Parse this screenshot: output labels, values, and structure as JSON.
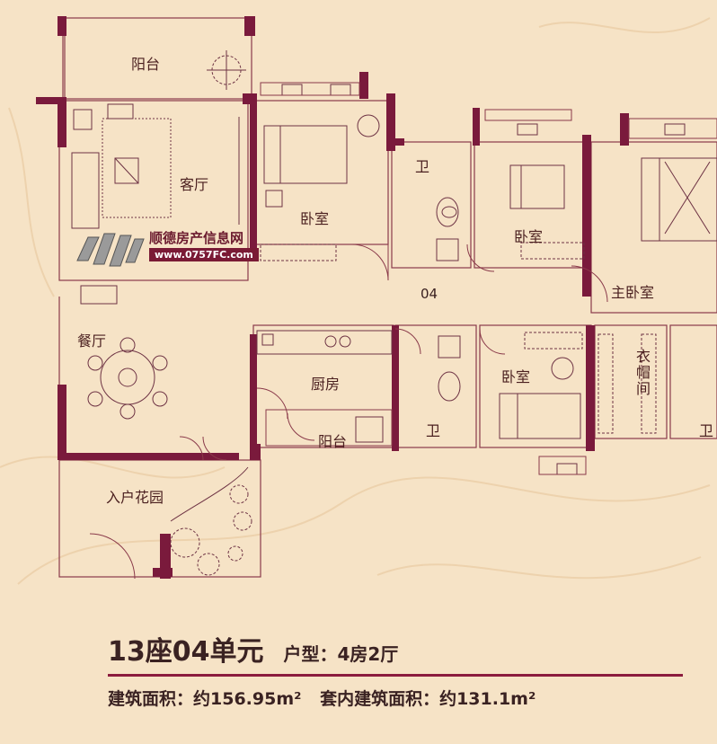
{
  "rooms": {
    "balcony_top": "阳台",
    "living_room": "客厅",
    "bedroom_1": "卧室",
    "bath_1": "卫",
    "bedroom_2": "卧室",
    "master_bedroom": "主卧室",
    "dining_room": "餐厅",
    "unit_code": "04",
    "kitchen": "厨房",
    "bath_2": "卫",
    "bedroom_3": "卧室",
    "closet": "衣帽间",
    "bath_3": "卫",
    "balcony_kitchen": "阳台",
    "entrance_garden": "入户花园"
  },
  "watermark": {
    "name": "顺德房产信息网",
    "url": "www.0757FC.com"
  },
  "info": {
    "unit_title": "13座04单元",
    "layout_type": "户型：4房2厅",
    "gross_area": "建筑面积：约156.95m²",
    "net_area": "套内建筑面积：约131.1m²"
  },
  "colors": {
    "background": "#f6e3c6",
    "wall": "#7a1a3c",
    "line": "#8a3a4a",
    "text": "#3a2222"
  }
}
